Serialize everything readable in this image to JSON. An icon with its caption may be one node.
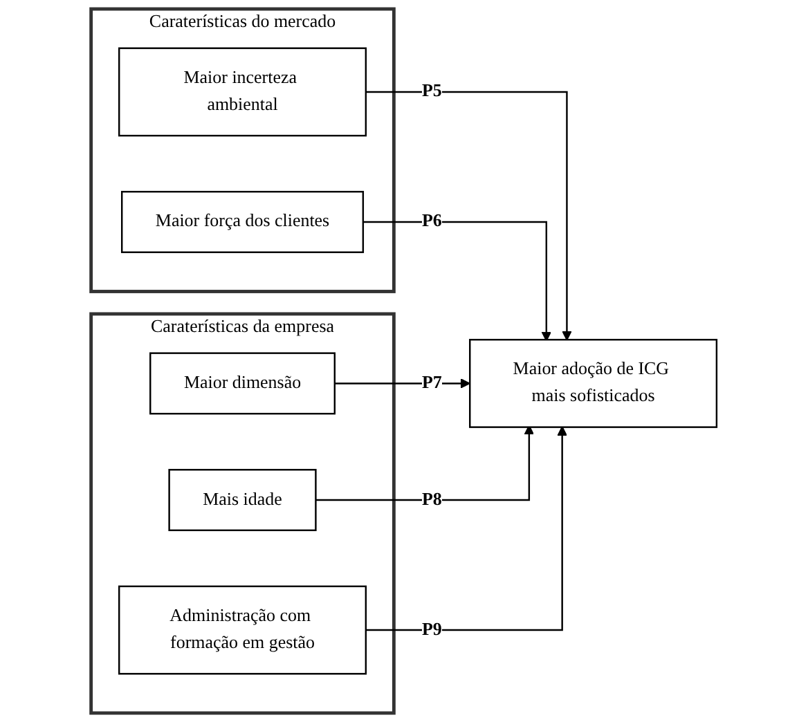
{
  "diagram": {
    "nodes": [
      {
        "text": [
          "Caraterísticas do mercado"
        ]
      },
      {
        "text": [
          "Maior incerteza ambiental"
        ],
        "in": 0
      },
      {
        "text": [
          "Maior força dos clientes"
        ],
        "in": 0
      },
      {
        "text": [
          "Caraterísticas da empresa"
        ]
      },
      {
        "text": [
          "Maior dimensão"
        ],
        "in": 3
      },
      {
        "text": [
          "Mais idade"
        ],
        "in": 3
      },
      {
        "text": [
          "Administração com formação em gestão"
        ],
        "in": 3
      },
      {
        "text": [
          "Maior adoção de ICG mais sofisticados"
        ]
      }
    ],
    "edges": [
      {
        "from": 1,
        "to": 7,
        "arrow": "to",
        "label": "P5"
      },
      {
        "from": 2,
        "to": 7,
        "arrow": "to",
        "label": "P6"
      },
      {
        "from": 4,
        "to": 7,
        "arrow": "to",
        "label": "P7"
      },
      {
        "from": 5,
        "to": 7,
        "arrow": "to",
        "label": "P8"
      },
      {
        "from": 6,
        "to": 7,
        "arrow": "to",
        "label": "P9"
      }
    ]
  }
}
